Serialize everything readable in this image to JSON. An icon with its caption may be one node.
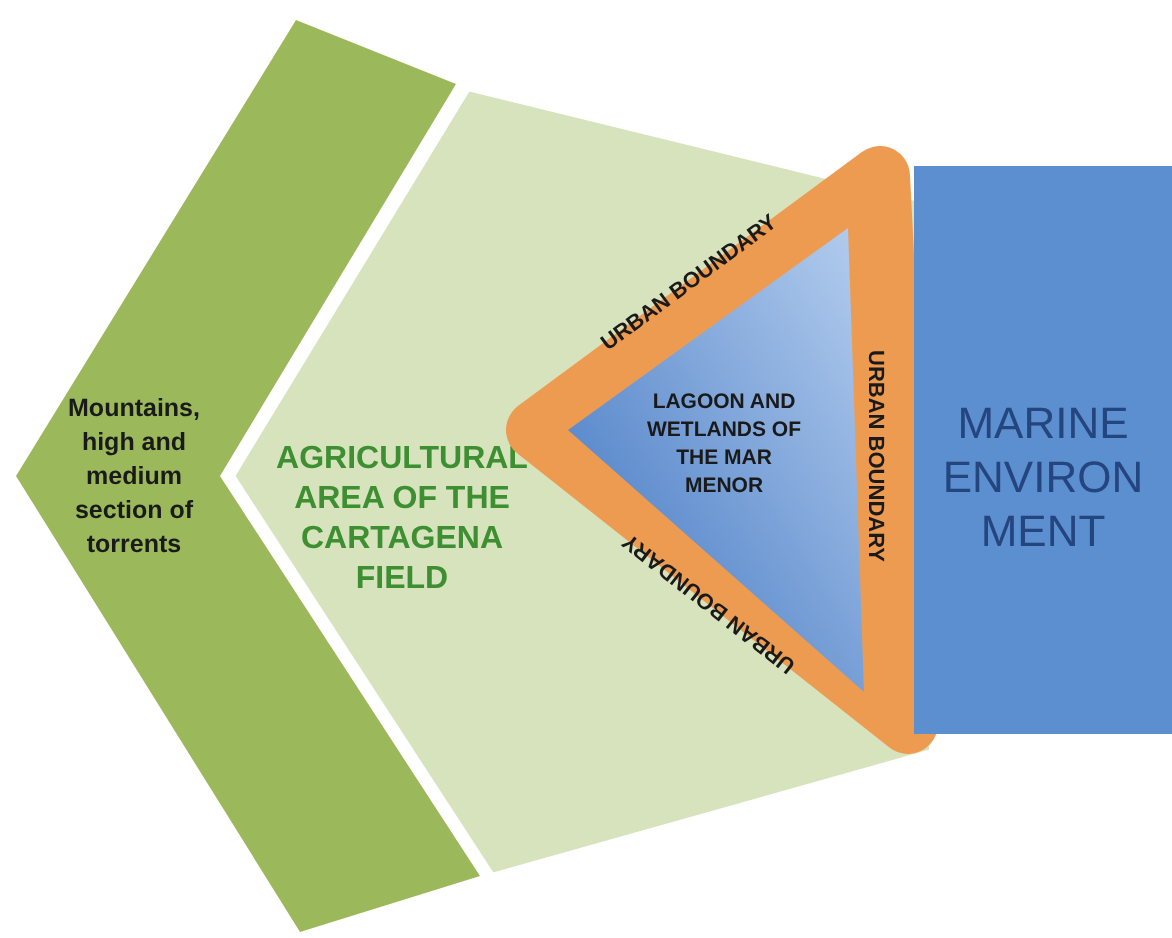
{
  "diagram": {
    "nodes": [
      {
        "text": [
          "Mountains, high and medium section of torrents"
        ]
      },
      {
        "text": [
          "AGRICULTURAL AREA OF THE CARTAGENA FIELD"
        ]
      },
      {
        "text": [
          "URBAN BOUNDARY",
          "URBAN BOUNDARY",
          "URBAN BOUNDARY"
        ],
        "in": 1
      },
      {
        "text": [
          "LAGOON AND WETLANDS OF THE MAR MENOR"
        ],
        "in": 2
      },
      {
        "text": [
          "MARINE ENVIRON MENT"
        ]
      }
    ]
  }
}
